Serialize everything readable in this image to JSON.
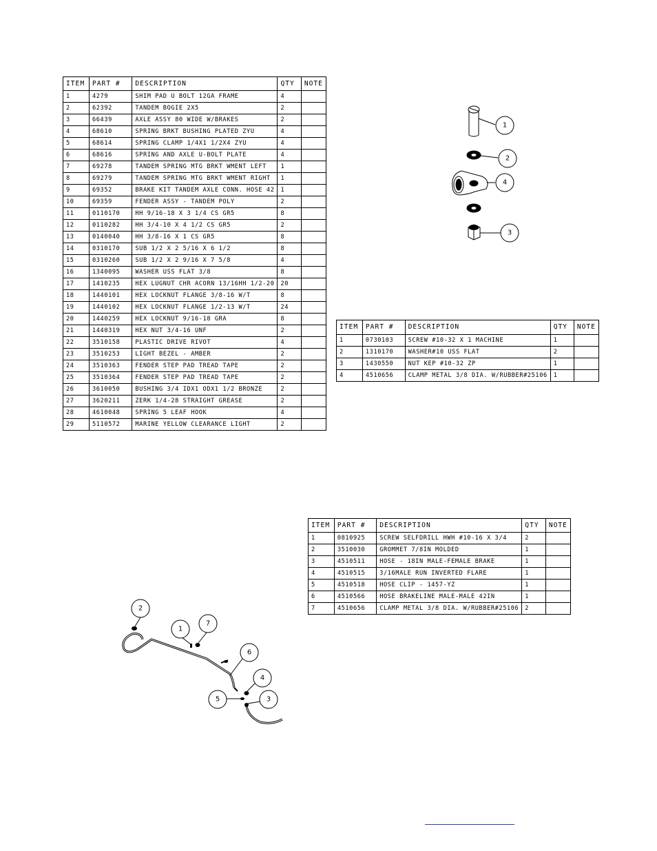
{
  "main_table": {
    "headers": [
      "ITEM",
      "PART #",
      "DESCRIPTION",
      "QTY",
      "NOTE"
    ],
    "rows": [
      [
        "1",
        "4279",
        "SHIM PAD   U BOLT 12GA FRAME",
        "4",
        ""
      ],
      [
        "2",
        "62392",
        "TANDEM BOGIE   2X5",
        "2",
        ""
      ],
      [
        "3",
        "66439",
        "AXLE ASSY 80 WIDE W/BRAKES",
        "2",
        ""
      ],
      [
        "4",
        "68610",
        "SPRING BRKT BUSHING PLATED ZYU",
        "4",
        ""
      ],
      [
        "5",
        "68614",
        "SPRING CLAMP   1/4X1 1/2X4  ZYU",
        "4",
        ""
      ],
      [
        "6",
        "68616",
        "SPRING AND AXLE U-BOLT PLATE",
        "4",
        ""
      ],
      [
        "7",
        "69278",
        "TANDEM SPRING MTG BRKT WMENT LEFT",
        "1",
        ""
      ],
      [
        "8",
        "69279",
        "TANDEM SPRING MTG BRKT WMENT RIGHT",
        "1",
        ""
      ],
      [
        "9",
        "69352",
        "BRAKE KIT TANDEM AXLE CONN. HOSE 42",
        "1",
        ""
      ],
      [
        "10",
        "69359",
        "FENDER ASSY - TANDEM POLY",
        "2",
        ""
      ],
      [
        "11",
        "0110170",
        "HH 9/16-18 X 3 1/4 CS GR5",
        "8",
        ""
      ],
      [
        "12",
        "0110282",
        "HH 3/4-10 X 4 1/2 CS GR5",
        "2",
        ""
      ],
      [
        "13",
        "0140040",
        "HH 3/8-16 X 1 CS GR5",
        "8",
        ""
      ],
      [
        "14",
        "0310170",
        "SUB 1/2 X 2 5/16 X 6 1/2",
        "8",
        ""
      ],
      [
        "15",
        "0310260",
        "SUB 1/2 X 2 9/16 X 7 5/8",
        "4",
        ""
      ],
      [
        "16",
        "1340095",
        "WASHER USS FLAT 3/8",
        "8",
        ""
      ],
      [
        "17",
        "1410235",
        "HEX LUGNUT CHR ACORN 13/16HH 1/2-20",
        "20",
        ""
      ],
      [
        "18",
        "1440101",
        "HEX LOCKNUT FLANGE 3/8-16 W/T",
        "8",
        ""
      ],
      [
        "19",
        "1440102",
        "HEX LOCKNUT FLANGE 1/2-13 W/T",
        "24",
        ""
      ],
      [
        "20",
        "1440259",
        "HEX LOCKNUT 9/16-18 GRA",
        "8",
        ""
      ],
      [
        "21",
        "1440319",
        "HEX NUT 3/4-16 UNF",
        "2",
        ""
      ],
      [
        "22",
        "3510158",
        "PLASTIC DRIVE RIVOT",
        "4",
        ""
      ],
      [
        "23",
        "3510253",
        "LIGHT BEZEL - AMBER",
        "2",
        ""
      ],
      [
        "24",
        "3510363",
        "FENDER STEP PAD TREAD TAPE",
        "2",
        ""
      ],
      [
        "25",
        "3510364",
        "FENDER STEP PAD TREAD TAPE",
        "2",
        ""
      ],
      [
        "26",
        "3610050",
        "BUSHING  3/4 IDX1 ODX1 1/2 BRONZE",
        "2",
        ""
      ],
      [
        "27",
        "3620211",
        "ZERK  1/4-28 STRAIGHT GREASE",
        "2",
        ""
      ],
      [
        "28",
        "4610048",
        "SPRING  5 LEAF HOOK",
        "4",
        ""
      ],
      [
        "29",
        "5110572",
        "MARINE YELLOW CLEARANCE LIGHT",
        "2",
        ""
      ]
    ]
  },
  "clamp_table": {
    "headers": [
      "ITEM",
      "PART #",
      "DESCRIPTION",
      "QTY",
      "NOTE"
    ],
    "rows": [
      [
        "1",
        "0730103",
        "SCREW #10-32 X 1 MACHINE",
        "1",
        ""
      ],
      [
        "2",
        "1310170",
        "WASHER#10 USS FLAT",
        "2",
        ""
      ],
      [
        "3",
        "1430550",
        "NUT KEP #10-32 ZP",
        "1",
        ""
      ],
      [
        "4",
        "4510656",
        "CLAMP METAL 3/8 DIA. W/RUBBER#25106",
        "1",
        ""
      ]
    ]
  },
  "brake_table": {
    "headers": [
      "ITEM",
      "PART #",
      "DESCRIPTION",
      "QTY",
      "NOTE"
    ],
    "rows": [
      [
        "1",
        "0810925",
        "SCREW SELFDRILL HWH #10-16 X 3/4",
        "2",
        ""
      ],
      [
        "2",
        "3510030",
        "GROMMET  7/8IN MOLDED",
        "1",
        ""
      ],
      [
        "3",
        "4510511",
        "HOSE - 18IN MALE-FEMALE BRAKE",
        "1",
        ""
      ],
      [
        "4",
        "4510515",
        "3/16MALE RUN INVERTED FLARE",
        "1",
        ""
      ],
      [
        "5",
        "4510518",
        "HOSE CLIP - 1457-YZ",
        "1",
        ""
      ],
      [
        "6",
        "4510566",
        "HOSE BRAKELINE MALE-MALE 42IN",
        "1",
        ""
      ],
      [
        "7",
        "4510656",
        "CLAMP METAL 3/8 DIA. W/RUBBER#25106",
        "2",
        ""
      ]
    ]
  },
  "clamp_diagram": {
    "callouts": [
      "1",
      "2",
      "4",
      "3"
    ]
  },
  "brake_diagram": {
    "callouts": [
      "2",
      "1",
      "7",
      "6",
      "4",
      "5",
      "3"
    ]
  },
  "colors": {
    "ink": "#000000",
    "link": "#1a3fd6"
  }
}
